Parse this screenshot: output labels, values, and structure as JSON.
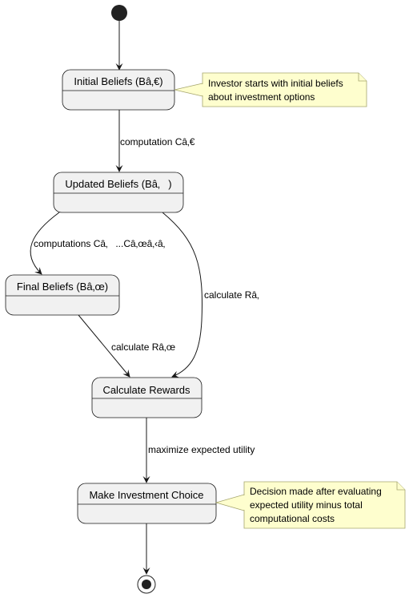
{
  "colors": {
    "state_fill": "#f1f1f1",
    "state_stroke": "#181818",
    "note_fill": "#fefece",
    "note_stroke": "#a6a66e",
    "edge": "#181818",
    "start_fill": "#222222"
  },
  "states": {
    "initial": "Initial Beliefs (Bâ‚€)",
    "updated": "Updated Beliefs (Bâ‚)",
    "final": "Final Beliefs (Bâ‚œ)",
    "rewards": "Calculate Rewards",
    "choice": "Make Investment Choice"
  },
  "transitions": {
    "initial_to_updated": "computation Câ‚€",
    "updated_to_final": "computations Câ‚...Câ‚œâ‚‹â‚",
    "updated_to_rewards": "calculate Râ‚",
    "final_to_rewards": "calculate Râ‚œ",
    "rewards_to_choice": "maximize expected utility"
  },
  "notes": {
    "initial": [
      "Investor starts with initial beliefs",
      "about investment options"
    ],
    "choice": [
      "Decision made after evaluating",
      "expected utility minus total",
      "computational costs"
    ]
  }
}
